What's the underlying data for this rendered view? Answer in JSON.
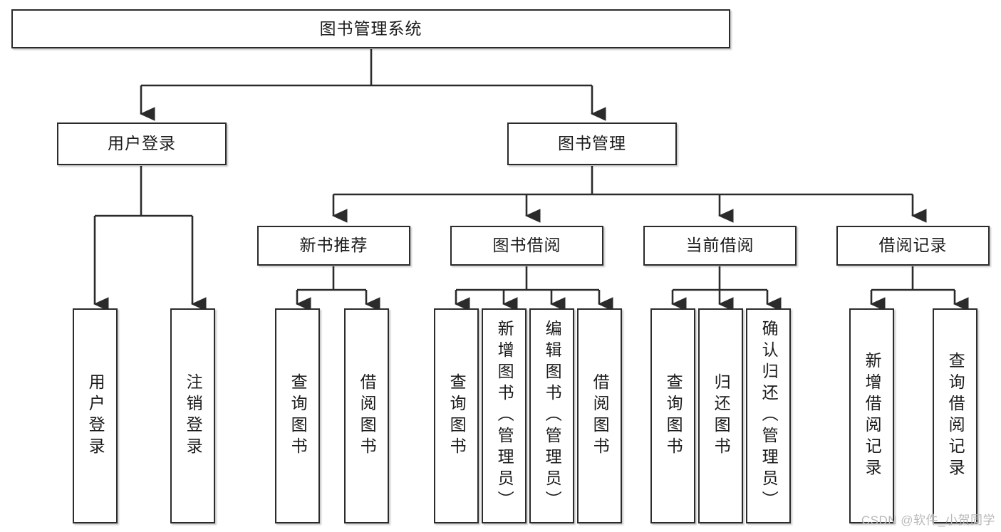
{
  "diagram": {
    "title_box": {
      "label": "图书管理系统"
    },
    "level2": [
      {
        "id": "user-login",
        "label": "用户登录"
      },
      {
        "id": "book-management",
        "label": "图书管理"
      }
    ],
    "level3": [
      {
        "id": "new-book-recommend",
        "label": "新书推荐"
      },
      {
        "id": "book-borrow",
        "label": "图书借阅"
      },
      {
        "id": "current-borrow",
        "label": "当前借阅"
      },
      {
        "id": "borrow-record",
        "label": "借阅记录"
      }
    ],
    "leaves": {
      "user_login": [
        {
          "id": "leaf-user-login",
          "label": "用户登录"
        },
        {
          "id": "leaf-logout-login",
          "label": "注销登录"
        }
      ],
      "new_book_recommend": [
        {
          "id": "leaf-query-book-1",
          "label": "查询图书"
        },
        {
          "id": "leaf-borrow-book-1",
          "label": "借阅图书"
        }
      ],
      "book_borrow": [
        {
          "id": "leaf-query-book-2",
          "label": "查询图书"
        },
        {
          "id": "leaf-add-book",
          "label": "新增图书（管理员）"
        },
        {
          "id": "leaf-edit-book",
          "label": "编辑图书（管理员）"
        },
        {
          "id": "leaf-borrow-book-2",
          "label": "借阅图书"
        }
      ],
      "current_borrow": [
        {
          "id": "leaf-query-book-3",
          "label": "查询图书"
        },
        {
          "id": "leaf-return-book",
          "label": "归还图书"
        },
        {
          "id": "leaf-confirm-return",
          "label": "确认归还（管理员）"
        }
      ],
      "borrow_record": [
        {
          "id": "leaf-add-record",
          "label": "新增借阅记录"
        },
        {
          "id": "leaf-query-record",
          "label": "查询借阅记录"
        }
      ]
    },
    "watermark": "CSDN @软件_小贺同学",
    "colors": {
      "stroke": "#2b2b2b",
      "fill": "#ffffff",
      "text": "#1b1b1b",
      "watermark": "#b9b9b9"
    }
  }
}
